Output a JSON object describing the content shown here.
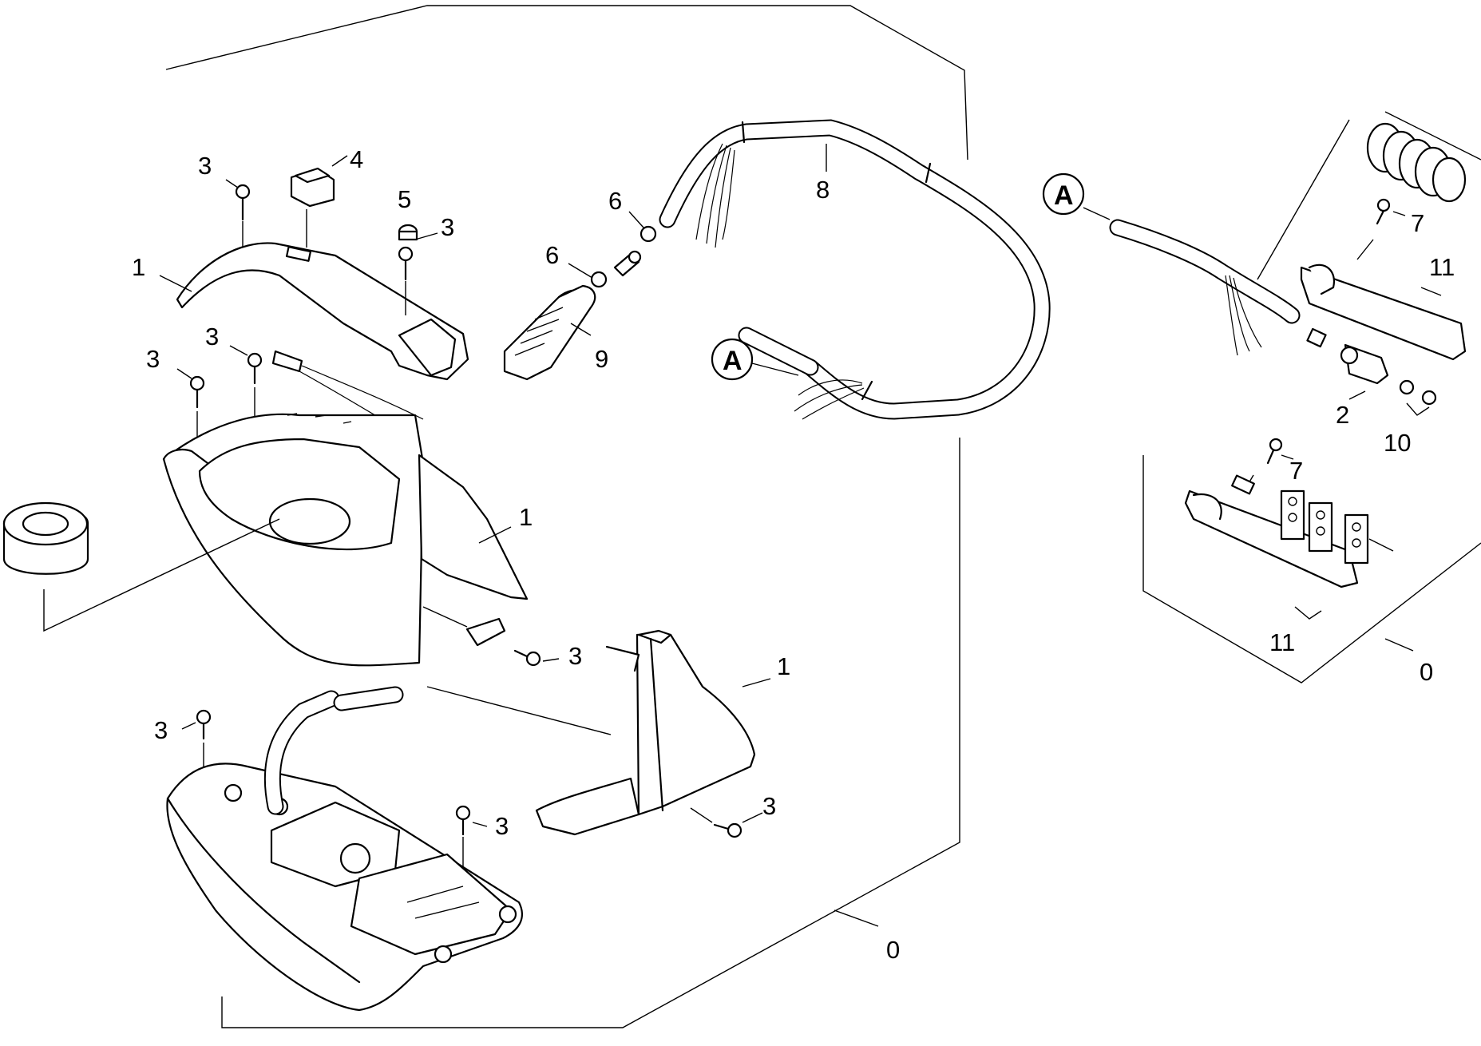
{
  "diagram": {
    "labels": {
      "main_bracket": "0",
      "right_bracket": "0",
      "housing_left": "1",
      "housing_shell": "1",
      "stand": "1",
      "switch": "4",
      "cap": "5",
      "screw_top_left": "3",
      "screw_top_mid": "3",
      "screw_shell_a": "3",
      "screw_shell_b": "3",
      "screw_clip": "3",
      "screw_base_left": "3",
      "screw_base_mid": "3",
      "screw_stand": "3",
      "clamp_upper": "6",
      "clamp_lower": "6",
      "hose": "8",
      "grip": "9",
      "plug": "2",
      "rings": "10",
      "screw_r_upper": "7",
      "screw_r_lower": "7",
      "cover_upper": "11",
      "cover_lower": "11",
      "connector_a_left": "A",
      "connector_a_right": "A"
    }
  }
}
